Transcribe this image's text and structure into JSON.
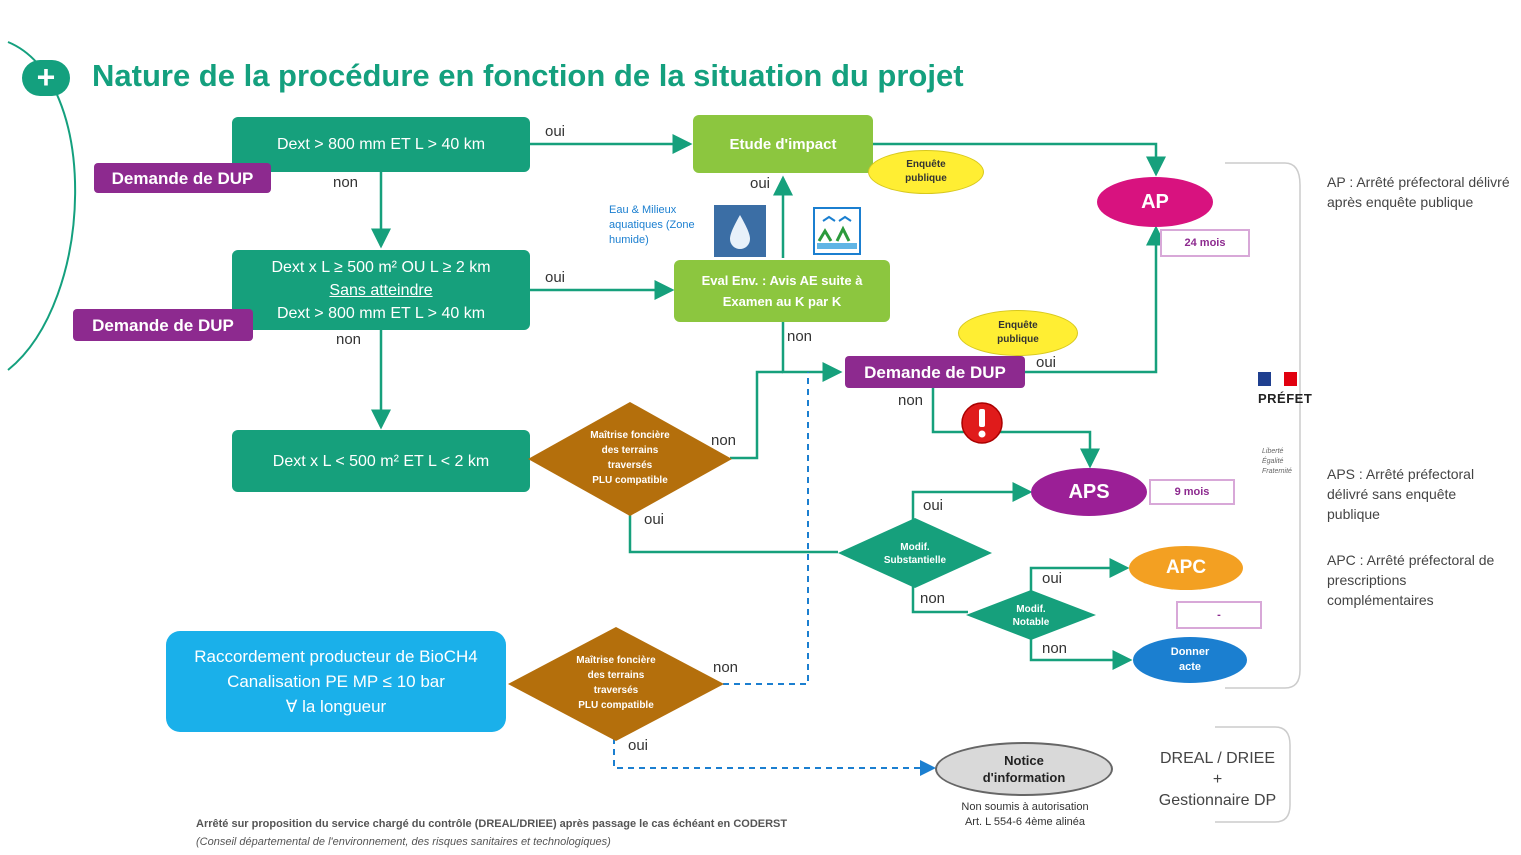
{
  "title": "Nature de la procédure en fonction de la situation du projet",
  "boxes": {
    "b1": "Dext > 800 mm ET L > 40 km",
    "b2_line1": "Dext x L ≥ 500 m² OU L ≥ 2 km",
    "b2_line2": "Sans atteindre",
    "b2_line3": "Dext > 800 mm ET L > 40 km",
    "b3": "Dext x L < 500 m² ET L < 2 km",
    "biochm_line1": "Raccordement producteur de BioCH4",
    "biochm_line2": "Canalisation PE MP ≤ 10 bar",
    "biochm_line3": "∀ la longueur",
    "etude": "Etude d'impact",
    "eval_line1": "Eval Env. : Avis AE suite à",
    "eval_line2": "Examen au K par K",
    "dup1": "Demande de DUP",
    "dup2": "Demande de DUP",
    "dup3": "Demande de DUP"
  },
  "ellipses": {
    "ap": "AP",
    "aps": "APS",
    "apc": "APC",
    "donner_acte": "Donner acte",
    "notice": "Notice d'information",
    "enquete1": "Enquête publique",
    "enquete2": "Enquête publique"
  },
  "diamonds": {
    "maitrise1": [
      "Maîtrise foncière",
      "des terrains",
      "traversés",
      "PLU compatible"
    ],
    "maitrise2": [
      "Maîtrise foncière",
      "des terrains",
      "traversés",
      "PLU compatible"
    ],
    "modif_sub": [
      "Modif.",
      "Substantielle"
    ],
    "modif_not": [
      "Modif.",
      "Notable"
    ]
  },
  "labels": {
    "oui": "oui",
    "non": "non",
    "eau": "Eau & Milieux aquatiques (Zone humide)",
    "notice_sub1": "Non soumis à autorisation",
    "notice_sub2": "Art. L 554-6 4ème alinéa"
  },
  "durations": {
    "d24": "24 mois",
    "d9": "9 mois",
    "dblank": "-"
  },
  "notes": {
    "ap": "AP : Arrêté préfectoral délivré après enquête publique",
    "aps": "APS : Arrêté préfectoral délivré sans enquête publique",
    "apc": "APC : Arrêté préfectoral de prescriptions complémentaires",
    "dreal_line1": "DREAL / DRIEE",
    "dreal_line2": "+",
    "dreal_line3": "Gestionnaire DP",
    "prefet": "PRÉFET",
    "prefet_motto": "Liberté Égalité Fraternité"
  },
  "footer": {
    "line1": "Arrêté sur proposition du service chargé du contrôle (DREAL/DRIEE) après passage le cas échéant en CODERST",
    "line2": "(Conseil départemental de l'environnement, des risques sanitaires et technologiques)"
  },
  "colors": {
    "teal": "#16a07c",
    "lime": "#8cc63f",
    "purple": "#8d2a8f",
    "brown": "#b46f0c",
    "magenta": "#d8127f",
    "orange": "#f3a022",
    "blue": "#1b7fd0",
    "cyan": "#1ab0ea"
  }
}
